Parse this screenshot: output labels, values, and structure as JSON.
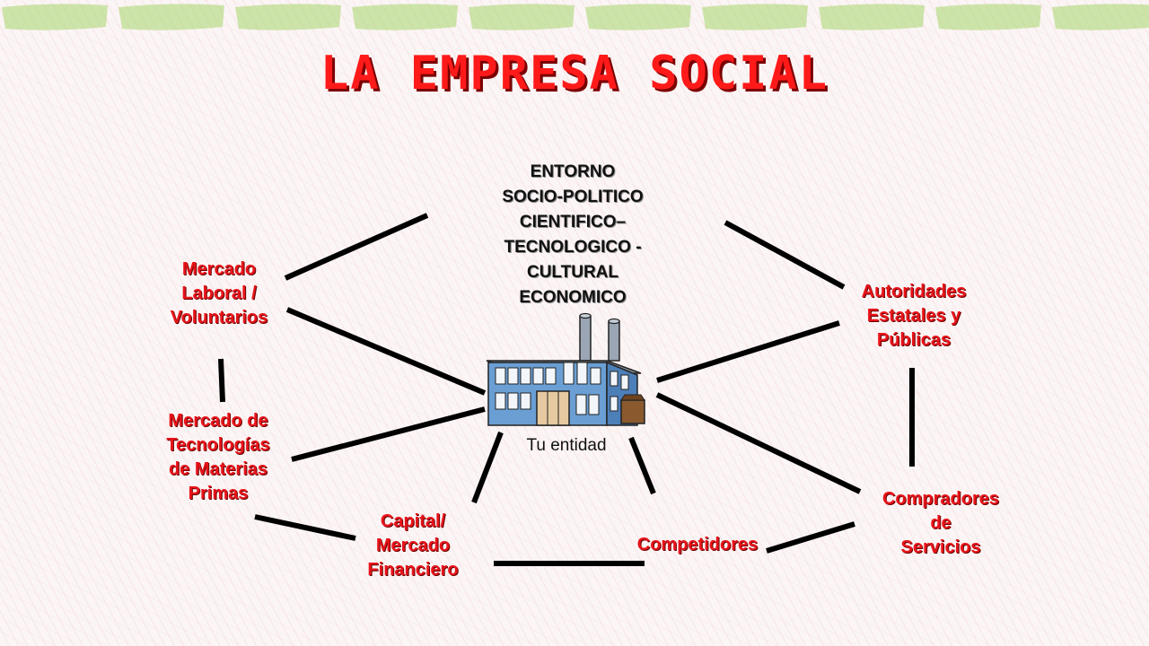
{
  "title": "LA EMPRESA SOCIAL",
  "center": {
    "lines": [
      "ENTORNO",
      "SOCIO-POLITICO",
      "CIENTIFICO–",
      "TECNOLOGICO -",
      "CULTURAL",
      "ECONOMICO"
    ]
  },
  "entity_label": "Tu entidad",
  "nodes": {
    "mercado_laboral": [
      "Mercado",
      "Laboral /",
      "Voluntarios"
    ],
    "autoridades": [
      "Autoridades",
      "Estatales y",
      "Públicas"
    ],
    "mercado_tecnologias": [
      "Mercado de",
      "Tecnologías",
      "de Materias",
      "Primas"
    ],
    "capital": [
      "Capital/",
      "Mercado",
      "Financiero"
    ],
    "competidores": [
      "Competidores"
    ],
    "compradores": [
      "Compradores",
      "de",
      "Servicios"
    ]
  },
  "colors": {
    "title": "#ff1a1a",
    "node_text": "#e8141a",
    "center_text": "#111111",
    "connector": "#000000",
    "band": "#a6d66a"
  }
}
